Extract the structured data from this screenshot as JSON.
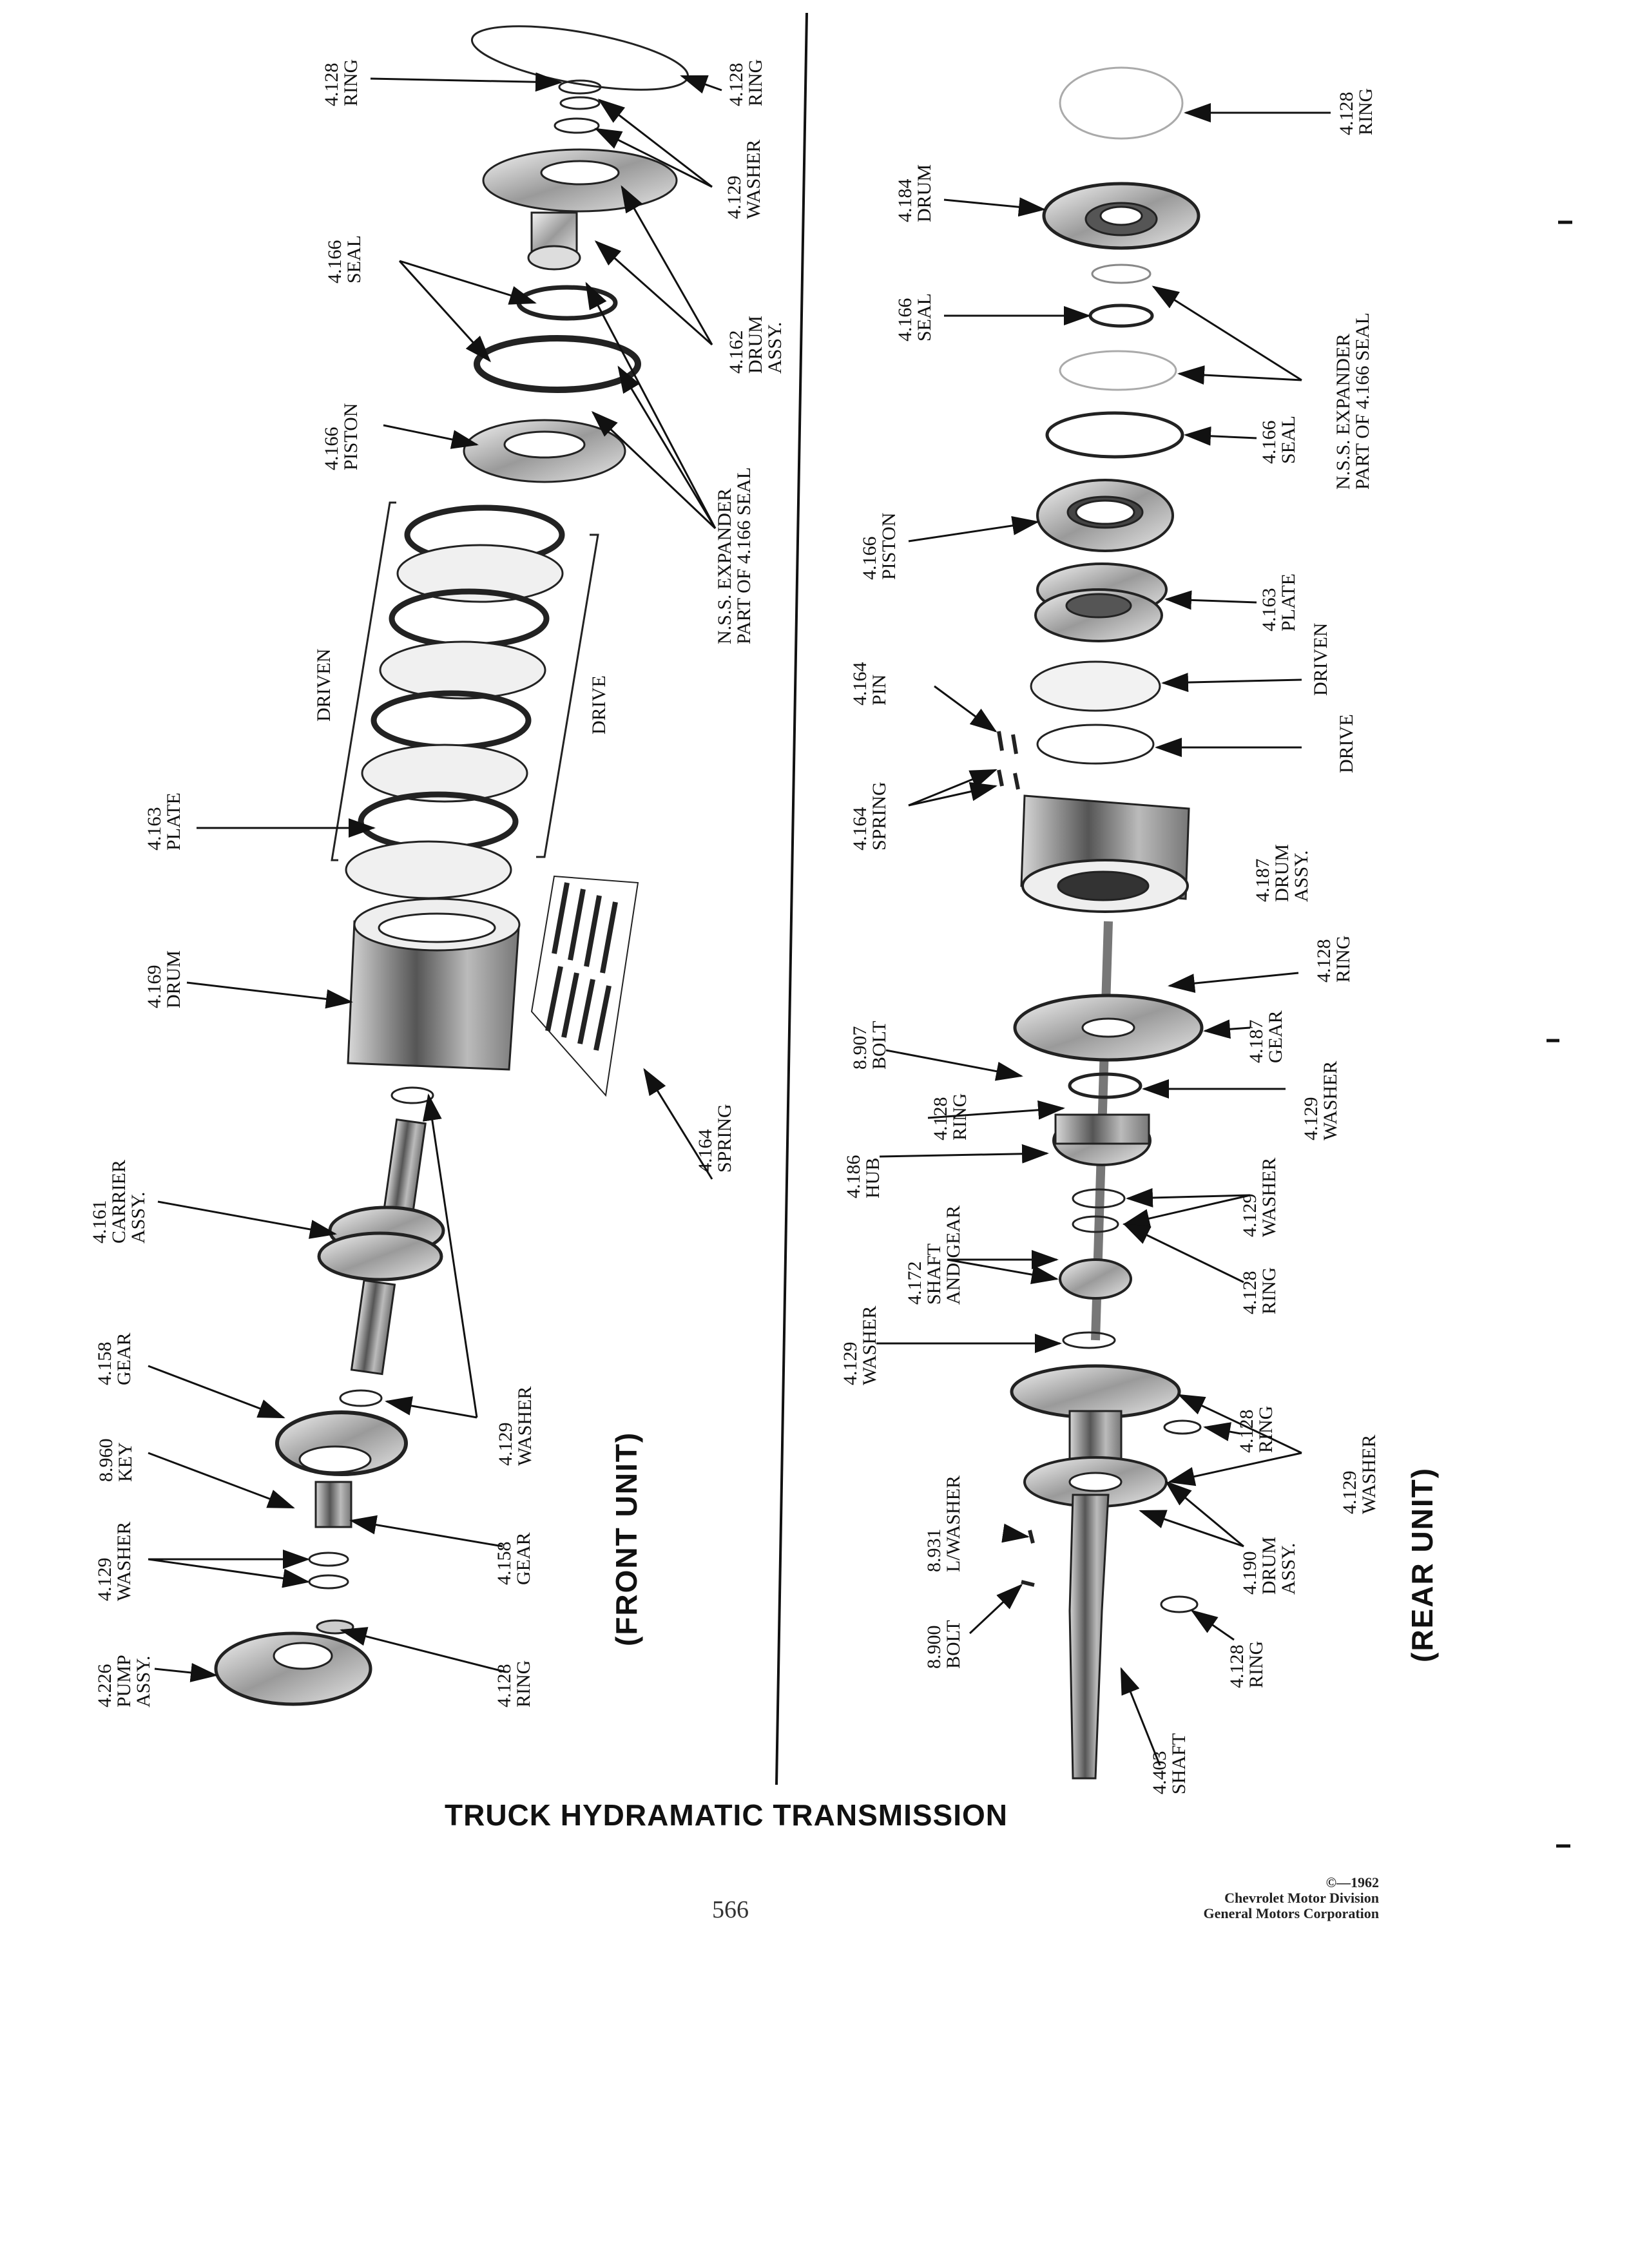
{
  "title": "TRUCK HYDRAMATIC TRANSMISSION",
  "page_number": "566",
  "copyright": {
    "line1": "©—1962",
    "line2": "Chevrolet Motor Division",
    "line3": "General Motors Corporation"
  },
  "units": {
    "front": "(FRONT UNIT)",
    "rear": "(REAR UNIT)"
  },
  "front_labels": [
    {
      "id": "f-ring-tl",
      "text": "4.128\nRING"
    },
    {
      "id": "f-ring-tr",
      "text": "4.128\nRING"
    },
    {
      "id": "f-washer-tr",
      "text": "4.129\nWASHER"
    },
    {
      "id": "f-seal",
      "text": "4.166\nSEAL"
    },
    {
      "id": "f-drum-assy",
      "text": "4.162\nDRUM\nASSY."
    },
    {
      "id": "f-piston",
      "text": "4.166\nPISTON"
    },
    {
      "id": "f-expander",
      "text": "N.S.S. EXPANDER\nPART OF 4.166 SEAL"
    },
    {
      "id": "f-driven",
      "text": "DRIVEN"
    },
    {
      "id": "f-drive",
      "text": "DRIVE"
    },
    {
      "id": "f-plate",
      "text": "4.163\nPLATE"
    },
    {
      "id": "f-drum",
      "text": "4.169\nDRUM"
    },
    {
      "id": "f-spring",
      "text": "4.164\nSPRING"
    },
    {
      "id": "f-carrier",
      "text": "4.161\nCARRIER\nASSY."
    },
    {
      "id": "f-gear-top",
      "text": "4.158\nGEAR"
    },
    {
      "id": "f-washer-mid",
      "text": "4.129\nWASHER"
    },
    {
      "id": "f-key",
      "text": "8.960\nKEY"
    },
    {
      "id": "f-gear-low",
      "text": "4.158\nGEAR"
    },
    {
      "id": "f-washer-low",
      "text": "4.129\nWASHER"
    },
    {
      "id": "f-pump",
      "text": "4.226\nPUMP\nASSY."
    },
    {
      "id": "f-ring-low",
      "text": "4.128\nRING"
    }
  ],
  "rear_labels": [
    {
      "id": "r-ring-top",
      "text": "4.128\nRING"
    },
    {
      "id": "r-drum",
      "text": "4.184\nDRUM"
    },
    {
      "id": "r-seal-l",
      "text": "4.166\nSEAL"
    },
    {
      "id": "r-expander",
      "text": "N.S.S. EXPANDER\nPART OF 4.166 SEAL"
    },
    {
      "id": "r-seal-r",
      "text": "4.166\nSEAL"
    },
    {
      "id": "r-piston",
      "text": "4.166\nPISTON"
    },
    {
      "id": "r-plate",
      "text": "4.163\nPLATE"
    },
    {
      "id": "r-driven",
      "text": "DRIVEN"
    },
    {
      "id": "r-pin",
      "text": "4.164\nPIN"
    },
    {
      "id": "r-drive",
      "text": "DRIVE"
    },
    {
      "id": "r-spring",
      "text": "4.164\nSPRING"
    },
    {
      "id": "r-drum-assy",
      "text": "4.187\nDRUM\nASSY."
    },
    {
      "id": "r-ring-b",
      "text": "4.128\nRING"
    },
    {
      "id": "r-bolt",
      "text": "8.907\nBOLT"
    },
    {
      "id": "r-gear",
      "text": "4.187\nGEAR"
    },
    {
      "id": "r-ring-c",
      "text": "4.128\nRING"
    },
    {
      "id": "r-washer-a",
      "text": "4.129\nWASHER"
    },
    {
      "id": "r-hub",
      "text": "4.186\nHUB"
    },
    {
      "id": "r-washer-b",
      "text": "4.129\nWASHER"
    },
    {
      "id": "r-shaft-gear",
      "text": "4.172\nSHAFT\nAND GEAR"
    },
    {
      "id": "r-ring-d",
      "text": "4.128\nRING"
    },
    {
      "id": "r-washer-c",
      "text": "4.129\nWASHER"
    },
    {
      "id": "r-ring-e",
      "text": "4.128\nRING"
    },
    {
      "id": "r-washer-d",
      "text": "4.129\nWASHER"
    },
    {
      "id": "r-lwasher",
      "text": "8.931\nL/WASHER"
    },
    {
      "id": "r-drum-190",
      "text": "4.190\nDRUM\nASSY."
    },
    {
      "id": "r-bolt-900",
      "text": "8.900\nBOLT"
    },
    {
      "id": "r-ring-f",
      "text": "4.128\nRING"
    },
    {
      "id": "r-shaft",
      "text": "4.403\nSHAFT"
    }
  ]
}
